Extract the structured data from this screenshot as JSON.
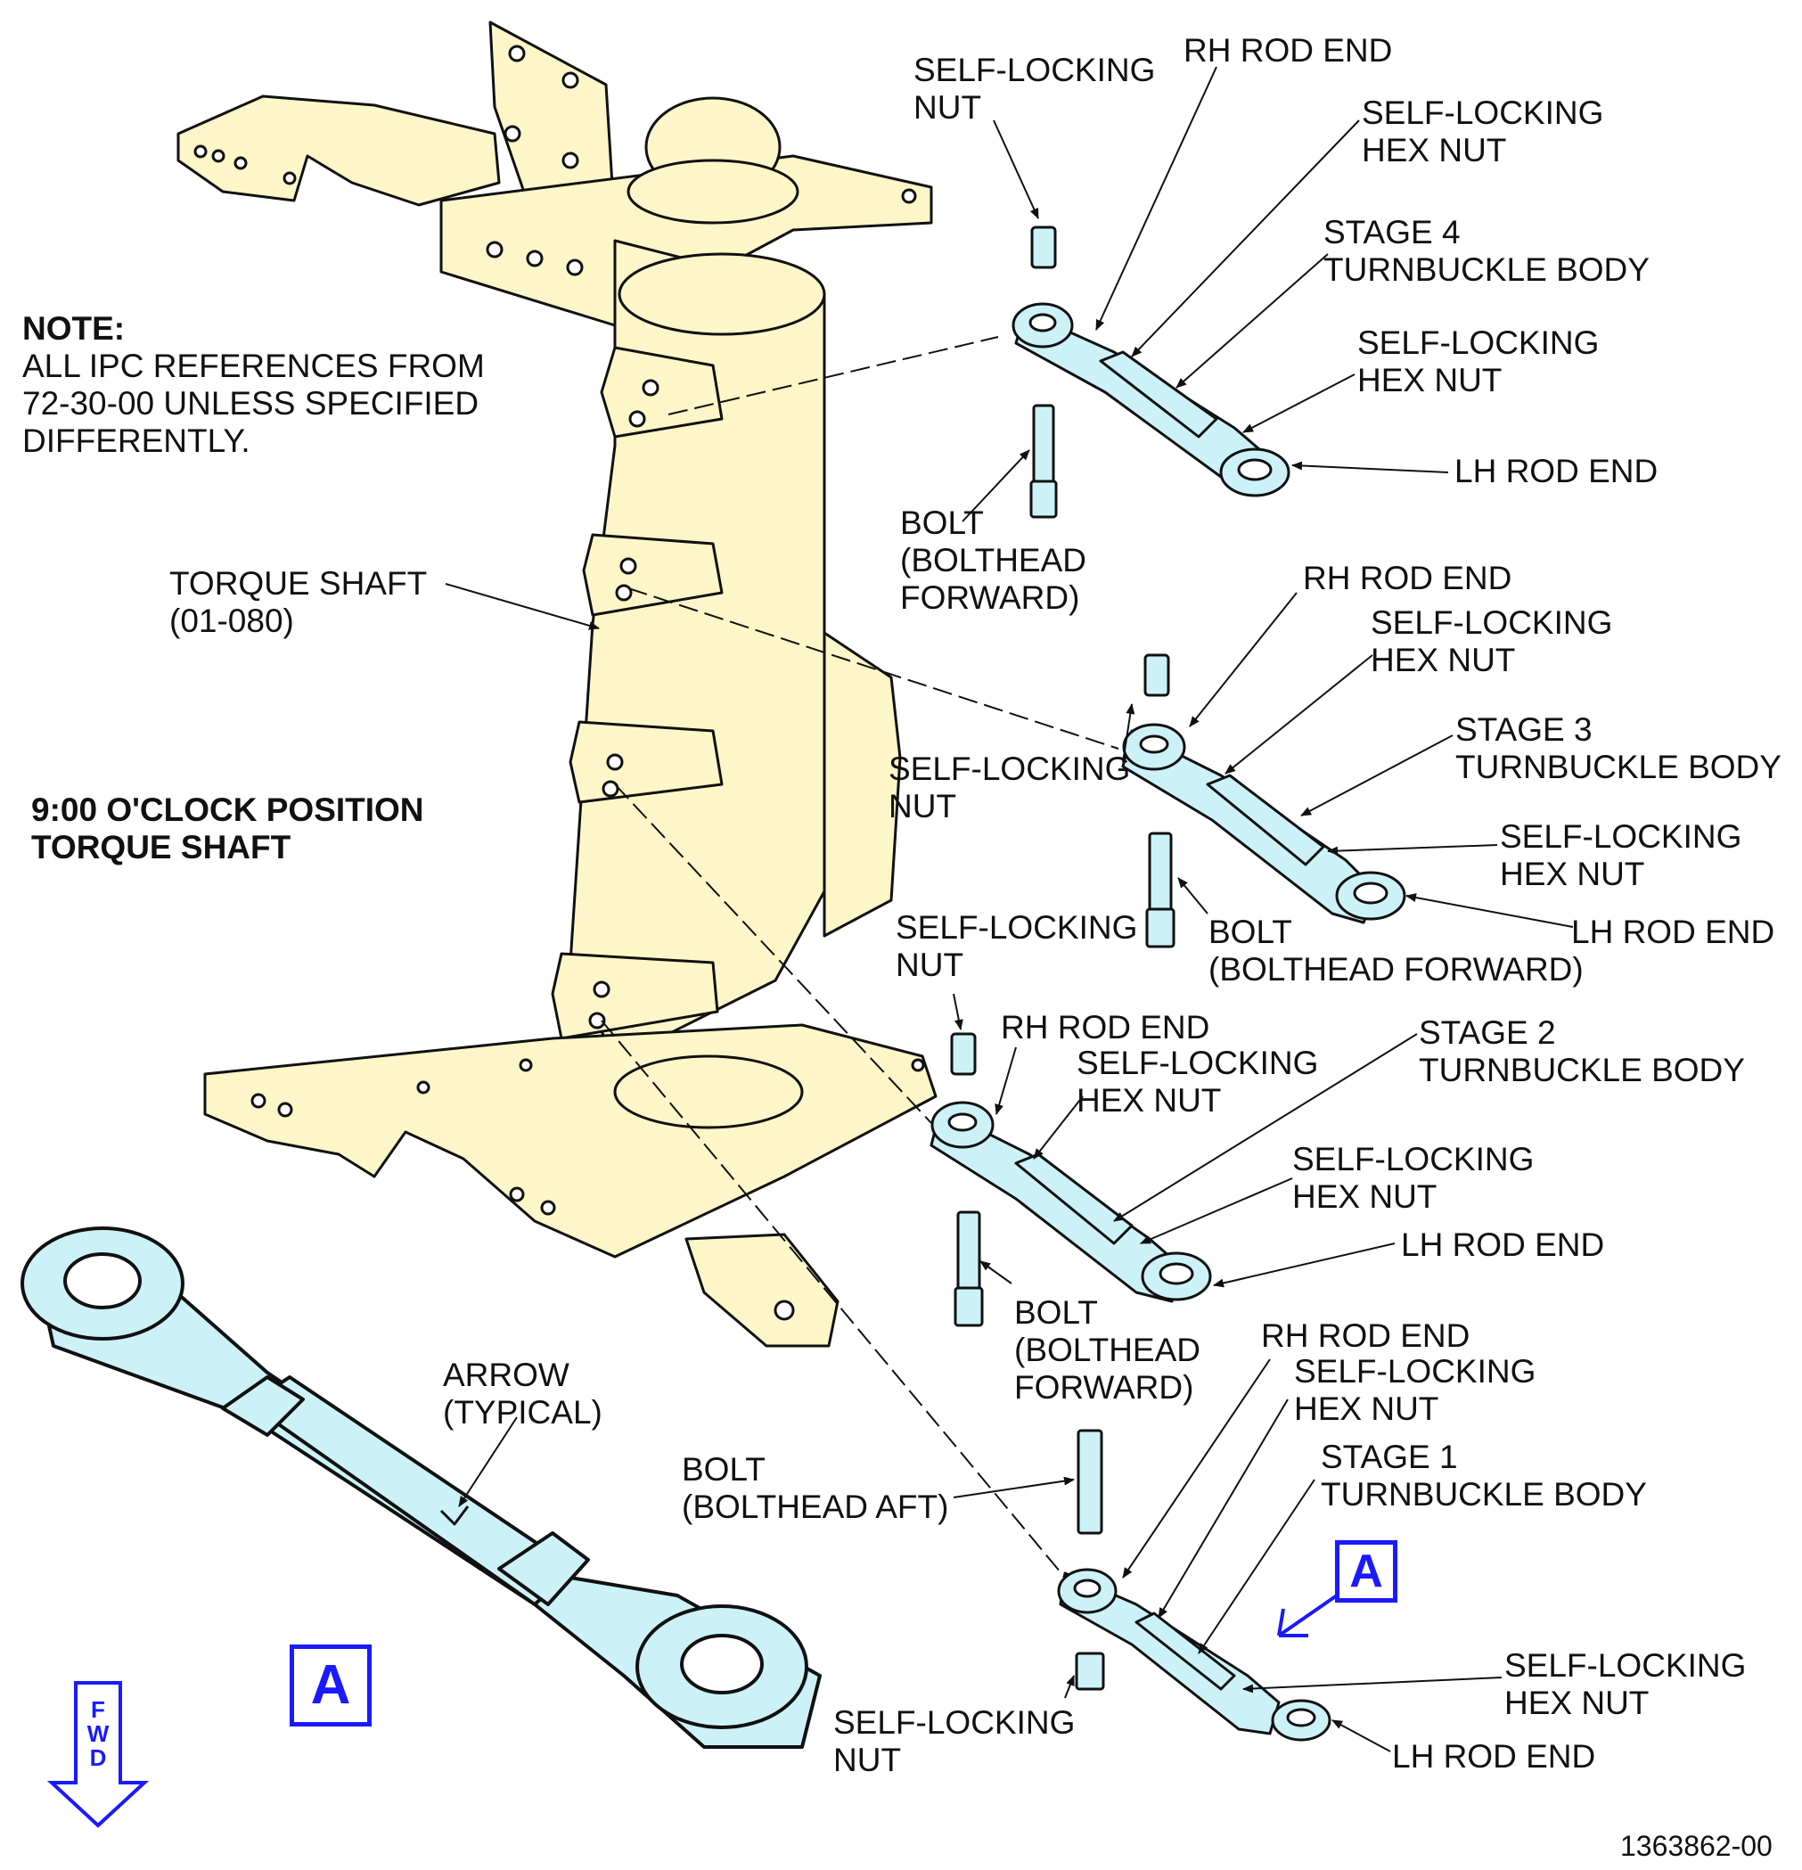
{
  "note": {
    "title": "NOTE:",
    "body": "ALL IPC REFERENCES FROM\n72-30-00 UNLESS SPECIFIED\nDIFFERENTLY."
  },
  "position_title": "9:00 O'CLOCK POSITION\nTORQUE SHAFT",
  "torque_shaft_label": "TORQUE SHAFT\n(01-080)",
  "stage4": {
    "self_locking_nut": "SELF-LOCKING\nNUT",
    "rh_rod_end": "RH ROD END",
    "hex_nut_rh": "SELF-LOCKING\nHEX NUT",
    "body": "STAGE 4\nTURNBUCKLE BODY",
    "hex_nut_lh": "SELF-LOCKING\nHEX NUT",
    "lh_rod_end": "LH ROD END",
    "bolt": "BOLT\n(BOLTHEAD\nFORWARD)"
  },
  "stage3": {
    "rh_rod_end": "RH ROD END",
    "hex_nut_rh": "SELF-LOCKING\nHEX NUT",
    "body": "STAGE 3\nTURNBUCKLE BODY",
    "self_locking_nut": "SELF-LOCKING\nNUT",
    "hex_nut_lh": "SELF-LOCKING\nHEX NUT",
    "lh_rod_end": "LH ROD END",
    "bolt": "BOLT\n(BOLTHEAD FORWARD)"
  },
  "stage2": {
    "self_locking_nut": "SELF-LOCKING\nNUT",
    "rh_rod_end": "RH ROD END",
    "hex_nut_rh": "SELF-LOCKING\nHEX NUT",
    "body": "STAGE 2\nTURNBUCKLE BODY",
    "hex_nut_lh": "SELF-LOCKING\nHEX NUT",
    "lh_rod_end": "LH ROD END",
    "bolt": "BOLT\n(BOLTHEAD\nFORWARD)"
  },
  "stage1": {
    "rh_rod_end": "RH ROD END",
    "hex_nut_rh": "SELF-LOCKING\nHEX NUT",
    "body": "STAGE 1\nTURNBUCKLE BODY",
    "bolt": "BOLT\n(BOLTHEAD AFT)",
    "hex_nut_lh": "SELF-LOCKING\nHEX NUT",
    "self_locking_nut": "SELF-LOCKING\nNUT",
    "lh_rod_end": "LH ROD END"
  },
  "detail": {
    "arrow_label": "ARROW\n(TYPICAL)",
    "view_letter": "A",
    "callout_letter": "A"
  },
  "fwd_label": "F\nW\nD",
  "drawing_number": "1363862-00",
  "colors": {
    "shaft_fill": "#fdf6c8",
    "rod_fill": "#ccf2f7",
    "line": "#111111",
    "callout": "#1a1aff"
  }
}
